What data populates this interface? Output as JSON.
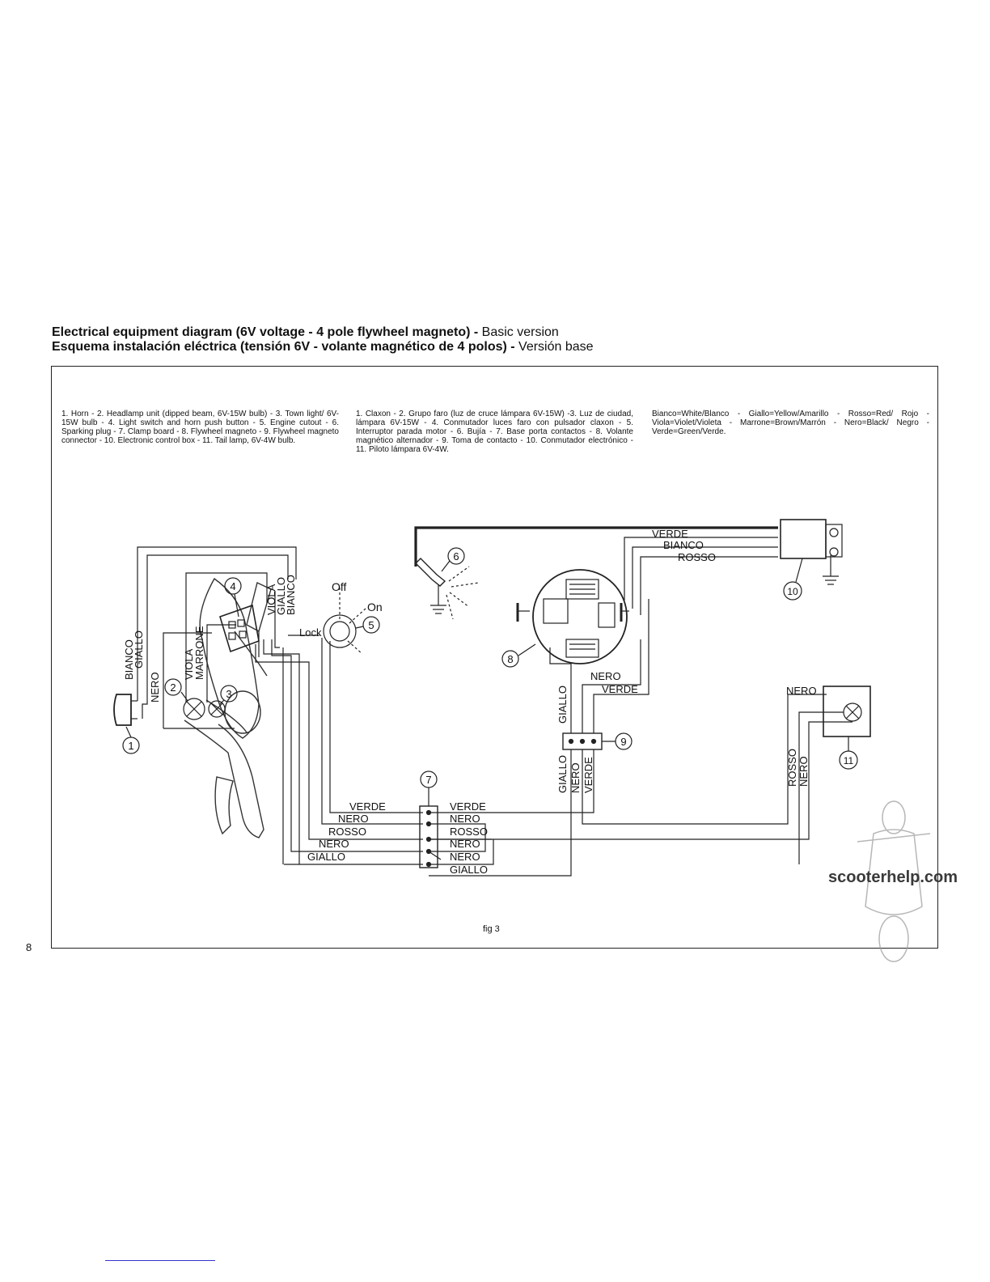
{
  "title": {
    "line1_bold": "Electrical equipment diagram (6V voltage - 4 pole flywheel magneto) -",
    "line1_normal": " Basic version",
    "line2_bold": "Esquema instalación eléctrica (tensión 6V - volante magnético de 4 polos) -",
    "line2_normal": " Versión base"
  },
  "legend_en": "1. Horn - 2. Headlamp unit (dipped beam, 6V-15W bulb) - 3. Town light/ 6V-15W bulb - 4. Light switch and horn push button - 5. Engine cutout - 6. Sparking plug - 7. Clamp board - 8. Flywheel magneto - 9. Flywheel magneto connector - 10. Electronic control box - 11. Tail lamp, 6V-4W bulb.",
  "legend_es": "1. Claxon - 2. Grupo faro (luz de cruce lámpara 6V-15W) -3. Luz de ciudad, lámpara 6V-15W - 4. Conmutador luces faro con pulsador claxon - 5. Interruptor parada motor - 6. Bujía - 7. Base porta contactos - 8. Volante magnético alternador - 9. Toma de contacto - 10. Conmutador electrónico - 11. Piloto lámpara 6V-4W.",
  "legend_colors": "Bianco=White/Blanco - Giallo=Yellow/Amarillo - Rosso=Red/ Rojo - Viola=Violet/Violeta - Marrone=Brown/Marrón - Nero=Black/ Negro - Verde=Green/Verde.",
  "page_number": "8",
  "figure_label": "fig 3",
  "watermark": "scooterhelp.com",
  "diagram": {
    "callouts": [
      "1",
      "2",
      "3",
      "4",
      "5",
      "6",
      "7",
      "8",
      "9",
      "10",
      "11"
    ],
    "switch_labels": {
      "off": "Off",
      "on": "On",
      "lock": "Lock"
    },
    "wires": {
      "verde": "VERDE",
      "bianco": "BIANCO",
      "rosso": "ROSSO",
      "nero": "NERO",
      "giallo": "GIALLO",
      "viola": "VIOLA",
      "marrone": "MARRONE"
    }
  }
}
